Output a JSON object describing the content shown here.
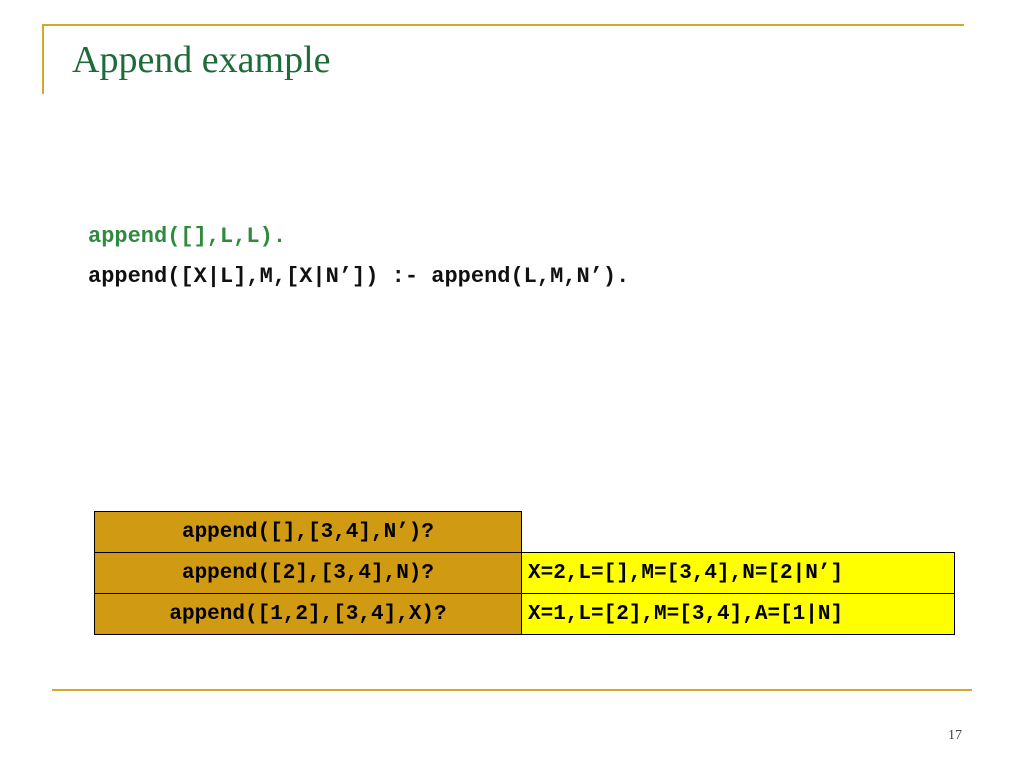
{
  "slide": {
    "title": "Append example",
    "page_number": "17"
  },
  "code": {
    "line1": "append([],L,L).",
    "line2": "append([X|L],M,[X|N’]) :- append(L,M,N’)."
  },
  "colors": {
    "title": "#1e6b3a",
    "code_highlight": "#2e8b3e",
    "rule": "#d4a82a",
    "query_cell": "#d09a12",
    "answer_cell": "#ffff00"
  },
  "table": {
    "rows": [
      {
        "query": "append([],[3,4],N’)?",
        "answer": ""
      },
      {
        "query": "append([2],[3,4],N)?",
        "answer": "X=2,L=[],M=[3,4],N=[2|N’]"
      },
      {
        "query": "append([1,2],[3,4],X)?",
        "answer": "X=1,L=[2],M=[3,4],A=[1|N]"
      }
    ]
  }
}
